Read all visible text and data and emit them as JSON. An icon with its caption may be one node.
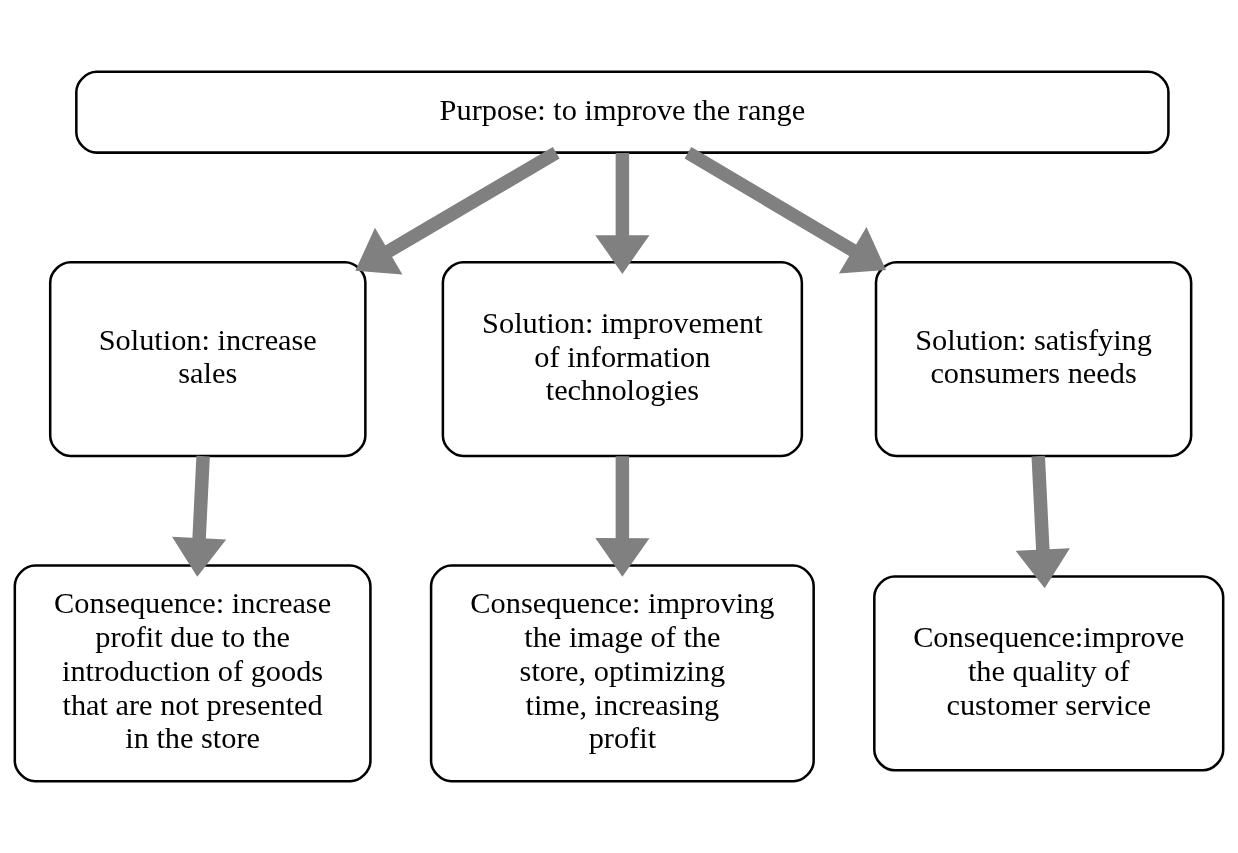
{
  "diagram": {
    "nodes": [
      {
        "text": [
          "Purpose: to improve the range"
        ]
      },
      {
        "text": [
          "Solution: increase sales"
        ]
      },
      {
        "text": [
          "Solution: improvement of information technologies"
        ]
      },
      {
        "text": [
          "Solution: satisfying consumers needs"
        ]
      },
      {
        "text": [
          "Consequence: increase profit due to the introduction of goods that are not presented in the store"
        ]
      },
      {
        "text": [
          "Consequence: improving the image of the store, optimizing time, increasing profit"
        ]
      },
      {
        "text": [
          "Consequence:improve the quality of customer service"
        ]
      }
    ],
    "edges": [
      {
        "from": 0,
        "to": 1,
        "arrow": "to"
      },
      {
        "from": 0,
        "to": 2,
        "arrow": "to"
      },
      {
        "from": 0,
        "to": 3,
        "arrow": "to"
      },
      {
        "from": 1,
        "to": 4,
        "arrow": "to"
      },
      {
        "from": 2,
        "to": 5,
        "arrow": "to"
      },
      {
        "from": 3,
        "to": 6,
        "arrow": "to"
      }
    ]
  }
}
